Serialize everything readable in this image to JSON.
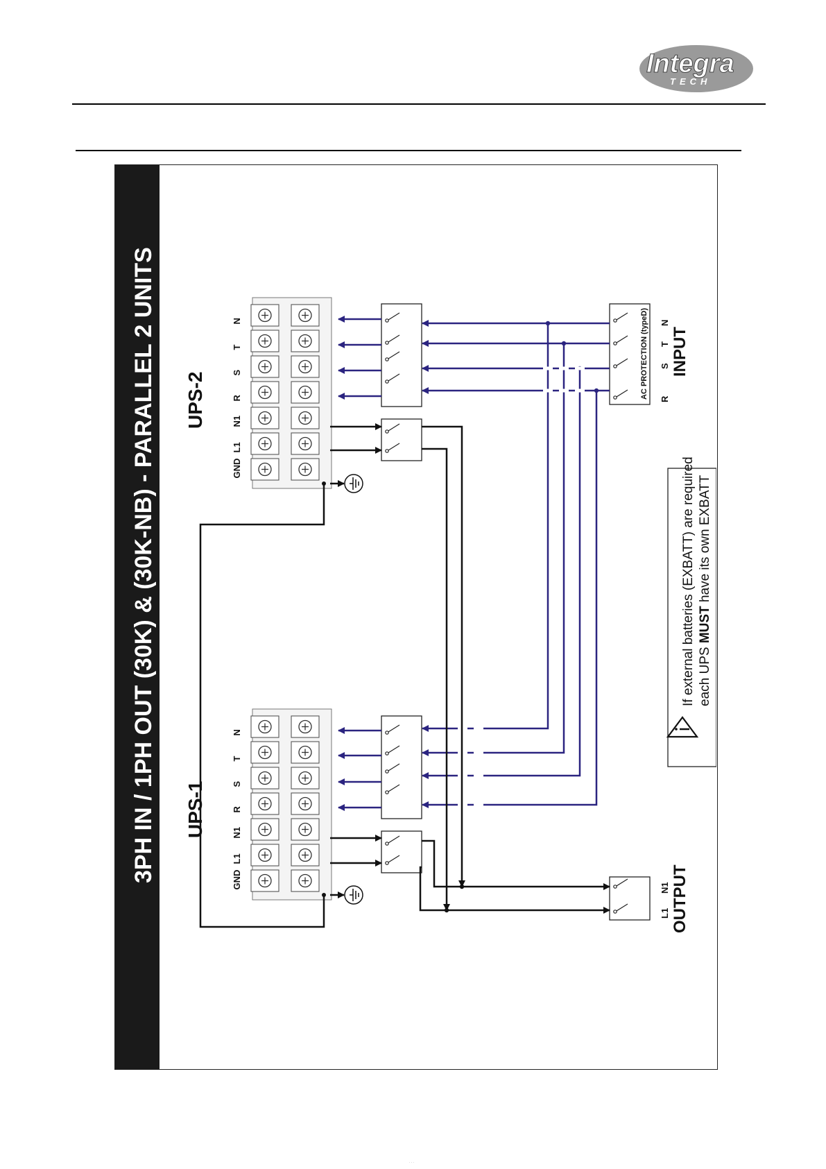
{
  "brand": {
    "name": "Integra",
    "sub": "TECH"
  },
  "diagram": {
    "title": "3PH IN / 1PH OUT  (30K) & (30K-NB)  - PARALLEL 2 UNITS",
    "ups1_label": "UPS-1",
    "ups2_label": "UPS-2",
    "terminal_labels": [
      "GND",
      "L1",
      "N1",
      "R",
      "S",
      "T",
      "N"
    ],
    "input": {
      "label": "INPUT",
      "protection": "AC PROTECTION (typeD)",
      "phases": [
        "R",
        "S",
        "T",
        "N"
      ]
    },
    "output": {
      "label": "OUTPUT",
      "phases": [
        "L1",
        "N1"
      ]
    },
    "notice": {
      "line1": "If external batteries (EXBATT) are required",
      "line2_pre": "each UPS ",
      "line2_bold": "MUST",
      "line2_post": " have its own EXBATT"
    },
    "colors": {
      "bus": "#2b2480",
      "wire": "#111111",
      "frame": "#222222",
      "title_bar": "#1a1a1a"
    }
  }
}
